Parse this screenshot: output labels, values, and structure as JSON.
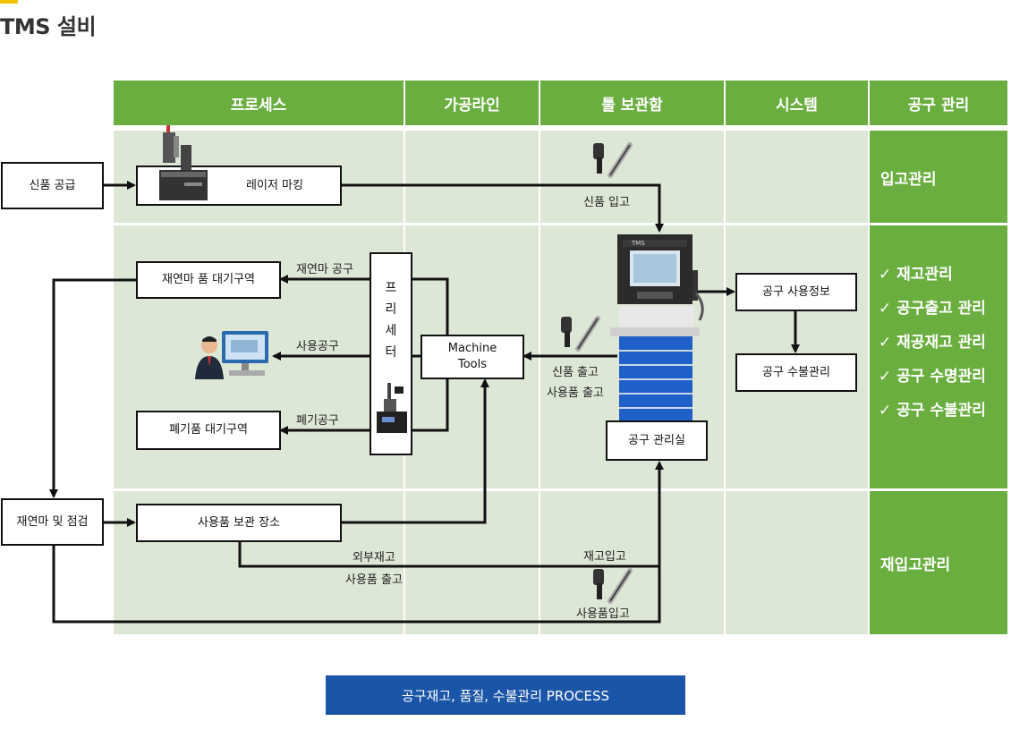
{
  "page": {
    "title": "TMS 설비"
  },
  "columns": [
    "프로세스",
    "가공라인",
    "툴 보관함",
    "시스템",
    "공구 관리"
  ],
  "rows": {
    "receiving": {
      "title": "입고관리"
    },
    "inventory": {
      "items": [
        "✓ 재고관리",
        "✓ 공구출고 관리",
        "✓ 재공재고 관리",
        "✓ 공구 수명관리",
        "✓ 공구 수불관리"
      ]
    },
    "reentry": {
      "title": "재입고관리"
    }
  },
  "boxes": {
    "new_supply": "신품 공급",
    "laser_marking": "레이저 마킹",
    "regrind_wait": "재연마 품 대기구역",
    "scrap_wait": "폐기품 대기구역",
    "presetter": [
      "프",
      "리",
      "세",
      "터"
    ],
    "machine_tools": "Machine\nTools",
    "tool_room": "공구 관리실",
    "tool_usage_info": "공구 사용정보",
    "tool_ledger": "공구 수불관리",
    "regrind_inspect": "재연마 및 점검",
    "used_storage": "사용품 보관 장소"
  },
  "labels": {
    "new_in": "신품 입고",
    "regrind_tool": "재연마 공구",
    "used_tool": "사용공구",
    "scrap_tool": "폐기공구",
    "new_out": "신품 출고",
    "used_out": "사용품 출고",
    "external_wip": "외부재고",
    "used_out2": "사용품 출고",
    "stock_in": "재고입고",
    "used_in": "사용품입고"
  },
  "cabinet": {
    "brand": "TMS"
  },
  "footer": {
    "button": "공구재고, 품질, 수불관리 PROCESS"
  },
  "colors": {
    "header_green": "#6aae3f",
    "cell_green": "#dde7d6",
    "footer_blue": "#1b55a8",
    "accent": "#f2c200"
  }
}
